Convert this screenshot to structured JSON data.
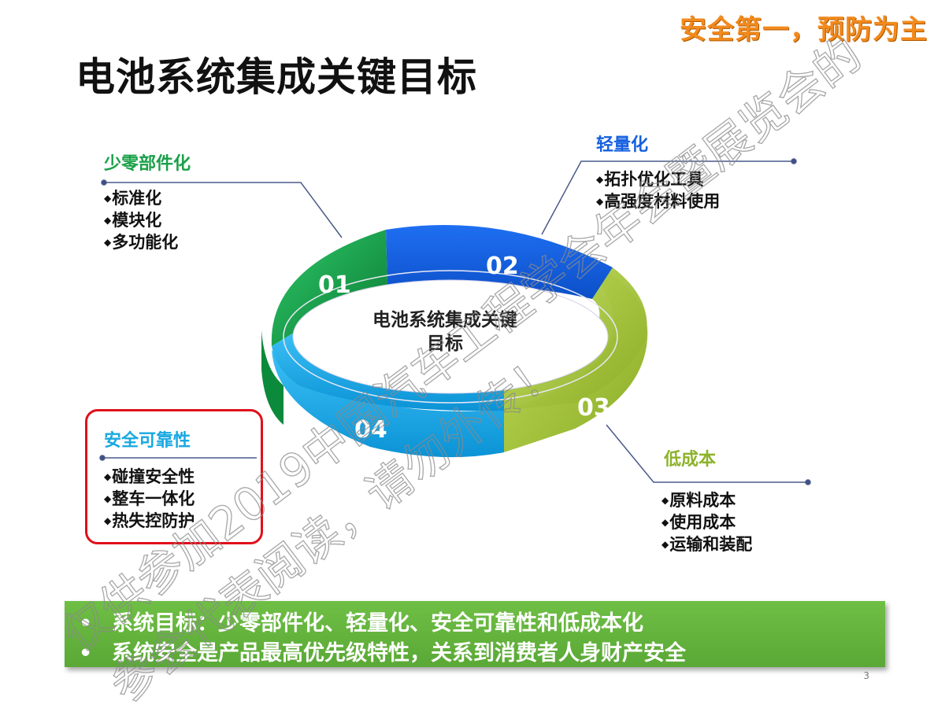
{
  "slogan": "安全第一，预防为主",
  "title": "电池系统集成关键目标",
  "center_label_line1": "电池系统集成关键",
  "center_label_line2": "目标",
  "segments": [
    {
      "num": "01",
      "color": "#1fa84e"
    },
    {
      "num": "02",
      "color": "#1560e0"
    },
    {
      "num": "03",
      "color": "#9dc036"
    },
    {
      "num": "04",
      "color": "#19a6e6"
    }
  ],
  "categories": {
    "c1": {
      "title": "少零部件化",
      "color": "#1aa048",
      "items": [
        "标准化",
        "模块化",
        "多功能化"
      ]
    },
    "c2": {
      "title": "轻量化",
      "color": "#1560e0",
      "items": [
        "拓扑优化工具",
        "高强度材料使用"
      ]
    },
    "c3": {
      "title": "低成本",
      "color": "#8db32a",
      "items": [
        "原料成本",
        "使用成本",
        "运输和装配"
      ]
    },
    "c4": {
      "title": "安全可靠性",
      "color": "#18a8e2",
      "items": [
        "碰撞安全性",
        "整车一体化",
        "热失控防护"
      ]
    }
  },
  "bullet_glyph": "◆",
  "banner": {
    "bullet": "•",
    "line1": "系统目标：少零部件化、轻量化、安全可靠性和低成本化",
    "line2": "系统安全是产品最高优先级特性，关系到消费者人身财产安全"
  },
  "page_number": "3",
  "watermark": {
    "line1": "仅供参加2019中国汽车工程学会年会暨展览会的",
    "line2": "参会代表阅读，请勿外传！"
  }
}
